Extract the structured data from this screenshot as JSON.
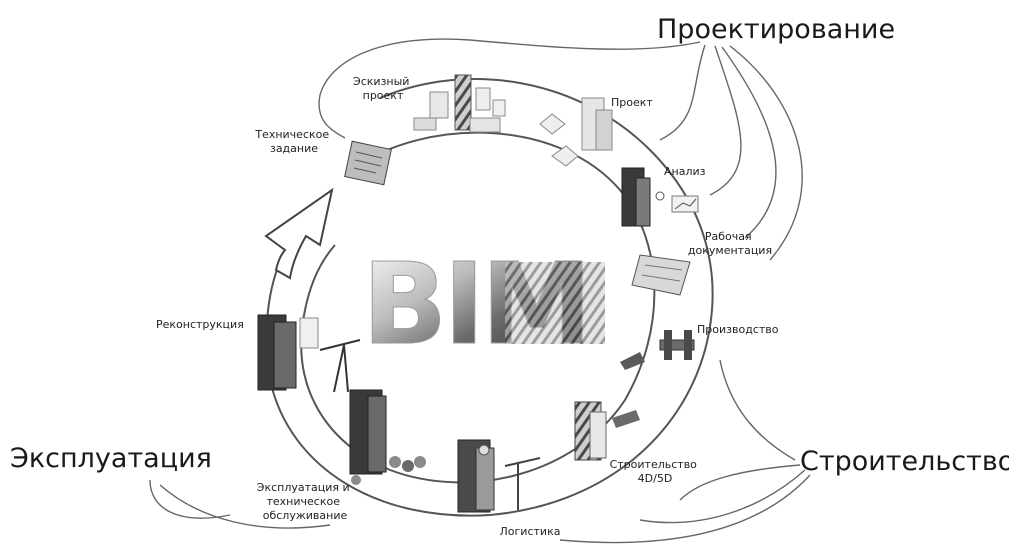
{
  "center_logo": "BIM",
  "phases": {
    "design": "Проектирование",
    "construction": "Строительство",
    "operation": "Эксплуатация"
  },
  "stages": {
    "sketch": [
      "Эскизный",
      "проект"
    ],
    "project": "Проект",
    "analysis": "Анализ",
    "working_docs": [
      "Рабочая",
      "документация"
    ],
    "production": "Производство",
    "construction_4d5d": [
      "Строительство",
      "4D/5D"
    ],
    "logistics": "Логистика",
    "operation_maintenance": [
      "Эксплуатация и",
      "техническое",
      "обслуживание"
    ],
    "reconstruction": "Реконструкция",
    "tech_assignment": [
      "Техническое",
      "задание"
    ]
  },
  "colors": {
    "ring": "#555555",
    "building_dark": "#3a3a3a",
    "building_mid": "#8a8a8a",
    "building_light": "#d9d9d9",
    "text": "#1a1a1a"
  }
}
